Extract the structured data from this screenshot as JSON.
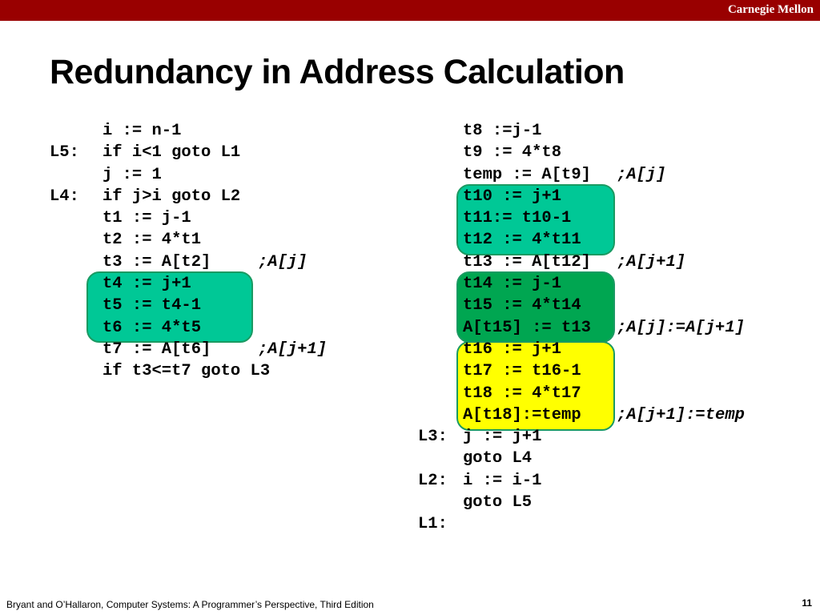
{
  "header": {
    "brand": "Carnegie Mellon"
  },
  "title": "Redundancy in Address Calculation",
  "colors": {
    "top_bar": "#990000",
    "highlight_teal": "#00c896",
    "highlight_green": "#00a651",
    "highlight_yellow": "#ffff00",
    "highlight_border": "#1a9a62"
  },
  "left_code": [
    {
      "label": "",
      "code": "i := n-1",
      "comment": ""
    },
    {
      "label": "L5:",
      "code": "if i<1 goto L1",
      "comment": ""
    },
    {
      "label": "",
      "code": "j := 1",
      "comment": ""
    },
    {
      "label": "L4:",
      "code": "if j>i goto L2",
      "comment": ""
    },
    {
      "label": "",
      "code": "t1 := j-1",
      "comment": ""
    },
    {
      "label": "",
      "code": "t2 := 4*t1",
      "comment": ""
    },
    {
      "label": "",
      "code": "t3 := A[t2]",
      "comment": ";A[j]"
    },
    {
      "label": "",
      "code": "t4 := j+1",
      "comment": ""
    },
    {
      "label": "",
      "code": "t5 := t4-1",
      "comment": ""
    },
    {
      "label": "",
      "code": "t6 := 4*t5",
      "comment": ""
    },
    {
      "label": "",
      "code": "t7 := A[t6]",
      "comment": ";A[j+1]"
    },
    {
      "label": "",
      "code": "if t3<=t7 goto L3",
      "comment": ""
    }
  ],
  "right_code": [
    {
      "label": "",
      "code": "t8 :=j-1",
      "comment": ""
    },
    {
      "label": "",
      "code": "t9 := 4*t8",
      "comment": ""
    },
    {
      "label": "",
      "code": "temp := A[t9]",
      "comment": ";A[j]"
    },
    {
      "label": "",
      "code": "t10 := j+1",
      "comment": ""
    },
    {
      "label": "",
      "code": "t11:= t10-1",
      "comment": ""
    },
    {
      "label": "",
      "code": "t12 := 4*t11",
      "comment": ""
    },
    {
      "label": "",
      "code": "t13 := A[t12]",
      "comment": ";A[j+1]"
    },
    {
      "label": "",
      "code": "t14 := j-1",
      "comment": ""
    },
    {
      "label": "",
      "code": "t15 := 4*t14",
      "comment": ""
    },
    {
      "label": "",
      "code": "A[t15] := t13",
      "comment": ";A[j]:=A[j+1]"
    },
    {
      "label": "",
      "code": "t16 := j+1",
      "comment": ""
    },
    {
      "label": "",
      "code": "t17 := t16-1",
      "comment": ""
    },
    {
      "label": "",
      "code": "t18 := 4*t17",
      "comment": ""
    },
    {
      "label": "",
      "code": "A[t18]:=temp",
      "comment": ";A[j+1]:=temp"
    },
    {
      "label": "L3:",
      "code": "j := j+1",
      "comment": ""
    },
    {
      "label": "",
      "code": "goto L4",
      "comment": ""
    },
    {
      "label": "L2:",
      "code": "i := i-1",
      "comment": ""
    },
    {
      "label": "",
      "code": "goto L5",
      "comment": ""
    },
    {
      "label": "L1:",
      "code": "",
      "comment": ""
    }
  ],
  "footer": {
    "citation": "Bryant and O’Hallaron, Computer Systems: A Programmer’s Perspective, Third Edition",
    "page_number": "11"
  }
}
